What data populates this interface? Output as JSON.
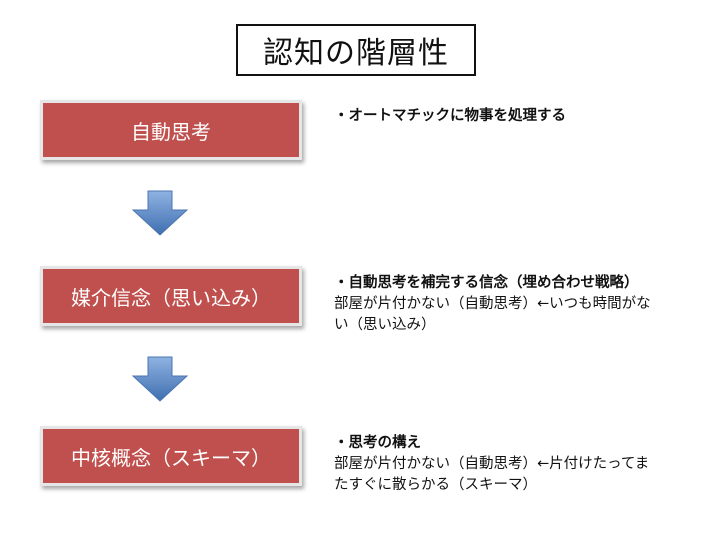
{
  "title": "認知の階層性",
  "levels": [
    {
      "label": "自動思考",
      "heading": "・オートマチックに物事を処理する",
      "body": ""
    },
    {
      "label": "媒介信念（思い込み）",
      "heading": "・自動思考を補完する信念（埋め合わせ戦略）",
      "body": "部屋が片付かない（自動思考）←いつも時間がな\nい（思い込み）"
    },
    {
      "label": "中核概念（スキーマ）",
      "heading": "・思考の構え",
      "body": "部屋が片付かない（自動思考）←片付けたってま\nたすぐに散らかる（スキーマ）"
    }
  ],
  "colors": {
    "box_fill": "#c0504d",
    "arrow_fill": "#4f81bd"
  },
  "icons": [
    "down-arrow-icon",
    "down-arrow-icon"
  ]
}
